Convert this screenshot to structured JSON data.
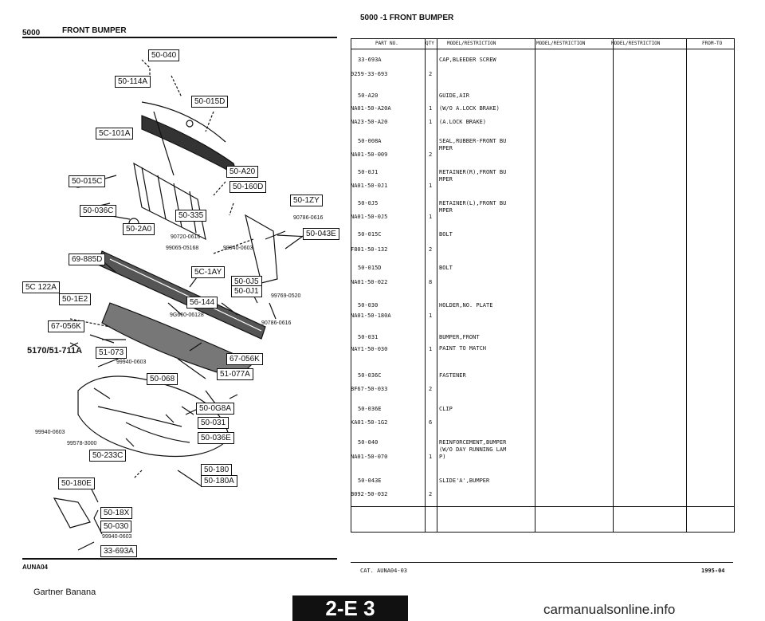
{
  "page": {
    "top_header": "5000  -1     FRONT BUMPER",
    "left_section_code": "5000",
    "left_section_title": "FRONT BUMPER",
    "bottom_left_code": "AUNA04",
    "catalog": "CAT. AUNA04-03",
    "date_code": "1995-04",
    "credit": "Gartner Banana",
    "page_badge": "2-E 3",
    "watermark": "carmanualsonline.info"
  },
  "table_headers": [
    "PART NO.",
    "QTY",
    "MODEL/RESTRICTION",
    "MODEL/RESTRICTION",
    "MODEL/RESTRICTION",
    "FROM-TO"
  ],
  "callouts": [
    {
      "label": "50-040"
    },
    {
      "label": "50-114A"
    },
    {
      "label": "50-015D"
    },
    {
      "label": "5C-101A"
    },
    {
      "label": "50-015C"
    },
    {
      "label": "50-A20"
    },
    {
      "label": "50-160D"
    },
    {
      "label": "50-1ZY"
    },
    {
      "label": "50-036C"
    },
    {
      "label": "50-335"
    },
    {
      "label": "50-2A0"
    },
    {
      "label": "50-043E"
    },
    {
      "label": "69-885D"
    },
    {
      "label": "5C-1AY"
    },
    {
      "label": "50-0J5"
    },
    {
      "label": "50-0J1"
    },
    {
      "label": "5C 122A"
    },
    {
      "label": "50-1E2"
    },
    {
      "label": "56-144"
    },
    {
      "label": "67-056K"
    },
    {
      "label": "51-073"
    },
    {
      "label": "67-056K"
    },
    {
      "label": "51-077A"
    },
    {
      "label": "50-068"
    },
    {
      "label": "50-0G8A"
    },
    {
      "label": "50-031"
    },
    {
      "label": "50-036E"
    },
    {
      "label": "50-233C"
    },
    {
      "label": "50-180"
    },
    {
      "label": "50-180A"
    },
    {
      "label": "50-180E"
    },
    {
      "label": "50-18X"
    },
    {
      "label": "50-030"
    },
    {
      "label": "33-693A"
    }
  ],
  "part_numbers": [
    "90786-0616",
    "90720-0616",
    "99065-05168",
    "99940-0603",
    "99769-0520",
    "9G660-06128",
    "90786-0616",
    "99940-0603",
    "99940-0603",
    "99578-3000",
    "99940-0603"
  ],
  "ref_note": "5170/51-711A",
  "rows": [
    {
      "code": "33-693A",
      "part": "0259-33-693",
      "qty": "2",
      "desc": [
        "CAP,BLEEDER SCREW"
      ]
    },
    {
      "code": "50-A20",
      "part": "NA01-50-A20A",
      "qty": "1",
      "desc": [
        "GUIDE,AIR",
        "(W/O A.LOCK BRAKE)"
      ]
    },
    {
      "code": "",
      "part": "NA23-50-A20",
      "qty": "1",
      "desc": [
        "(A.LOCK BRAKE)"
      ]
    },
    {
      "code": "50-008A",
      "part": "NA01-50-009",
      "qty": "2",
      "desc": [
        "SEAL,RUBBER-FRONT BU",
        "MPER"
      ]
    },
    {
      "code": "50-0J1",
      "part": "NA01-50-0J1",
      "qty": "1",
      "desc": [
        "RETAINER(R),FRONT BU",
        "MPER"
      ]
    },
    {
      "code": "50-0J5",
      "part": "NA01-50-0J5",
      "qty": "1",
      "desc": [
        "RETAINER(L),FRONT BU",
        "MPER"
      ]
    },
    {
      "code": "50-015C",
      "part": "F801-50-132",
      "qty": "2",
      "desc": [
        "BOLT"
      ]
    },
    {
      "code": "50-015D",
      "part": "NA01-50-022",
      "qty": "8",
      "desc": [
        "BOLT"
      ]
    },
    {
      "code": "50-030",
      "part": "NA01-50-180A",
      "qty": "1",
      "desc": [
        "HOLDER,NO. PLATE"
      ]
    },
    {
      "code": "50-031",
      "part": "NAY1-50-030",
      "qty": "1",
      "desc": [
        "BUMPER,FRONT",
        "PAINT TO MATCH"
      ]
    },
    {
      "code": "50-036C",
      "part": "BF67-50-033",
      "qty": "2",
      "desc": [
        "FASTENER"
      ]
    },
    {
      "code": "50-036E",
      "part": "KA01-50-1G2",
      "qty": "6",
      "desc": [
        "CLIP"
      ]
    },
    {
      "code": "50-040",
      "part": "NA01-50-070",
      "qty": "1",
      "desc": [
        "REINFORCEMENT,BUMPER",
        "(W/O DAY RUNNING LAM",
        "P)"
      ]
    },
    {
      "code": "50-043E",
      "part": "B092-50-032",
      "qty": "2",
      "desc": [
        "SLIDE'A',BUMPER"
      ]
    }
  ]
}
